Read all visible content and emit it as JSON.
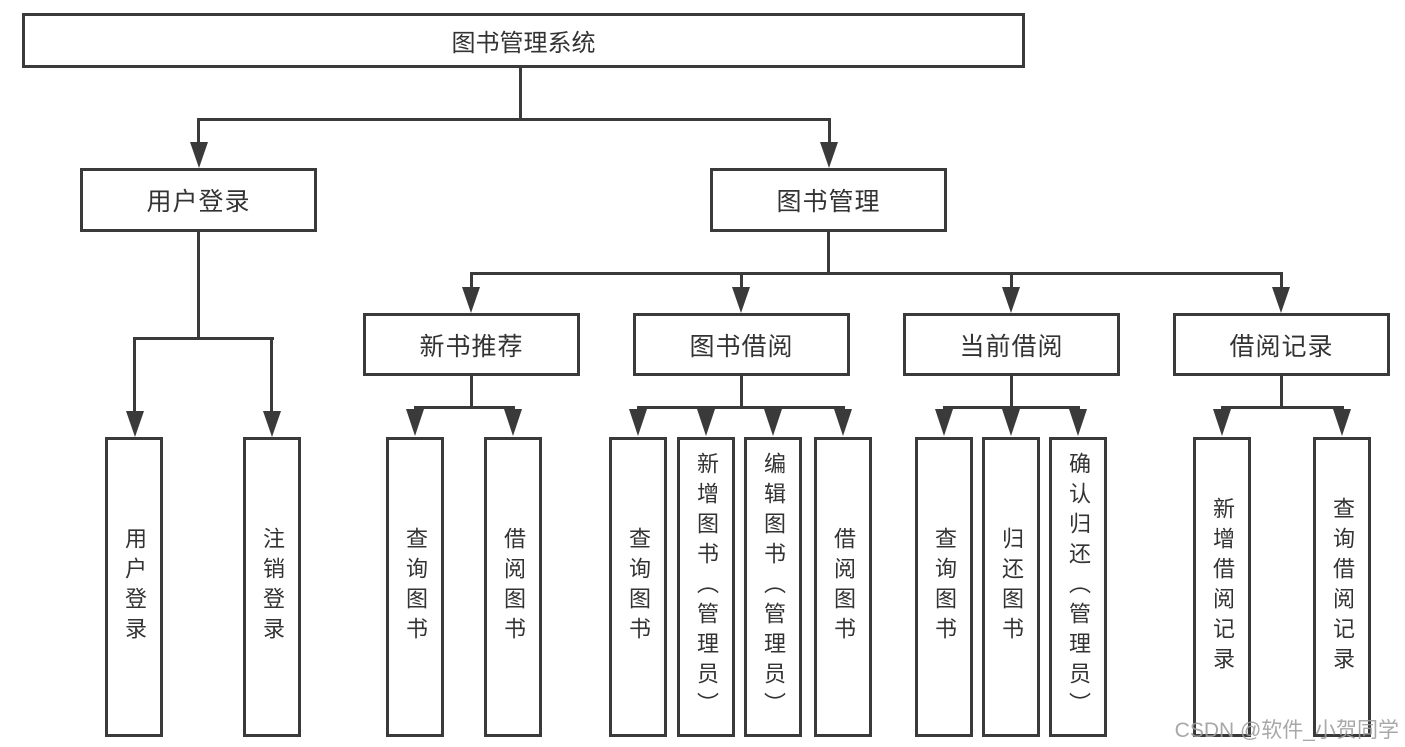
{
  "diagram": {
    "root": {
      "label": "图书管理系统"
    },
    "level2": [
      {
        "label": "用户登录"
      },
      {
        "label": "图书管理"
      }
    ],
    "level3": [
      {
        "label": "新书推荐"
      },
      {
        "label": "图书借阅"
      },
      {
        "label": "当前借阅"
      },
      {
        "label": "借阅记录"
      }
    ],
    "leaves": [
      {
        "group": "用户登录",
        "label": "用户登录"
      },
      {
        "group": "用户登录",
        "label": "注销登录"
      },
      {
        "group": "新书推荐",
        "label": "查询图书"
      },
      {
        "group": "新书推荐",
        "label": "借阅图书"
      },
      {
        "group": "图书借阅",
        "label": "查询图书"
      },
      {
        "group": "图书借阅",
        "label": "新增图书（管理员）"
      },
      {
        "group": "图书借阅",
        "label": "编辑图书（管理员）"
      },
      {
        "group": "图书借阅",
        "label": "借阅图书"
      },
      {
        "group": "当前借阅",
        "label": "查询图书"
      },
      {
        "group": "当前借阅",
        "label": "归还图书"
      },
      {
        "group": "当前借阅",
        "label": "确认归还（管理员）"
      },
      {
        "group": "借阅记录",
        "label": "新增借阅记录"
      },
      {
        "group": "借阅记录",
        "label": "查询借阅记录"
      }
    ],
    "watermark": "CSDN @软件_小贺同学",
    "colors": {
      "line": "#3a3a3a",
      "box_border": "#3a3a3a",
      "box_fill": "#ffffff",
      "text": "#333333",
      "watermark": "#9e9e9e"
    }
  }
}
